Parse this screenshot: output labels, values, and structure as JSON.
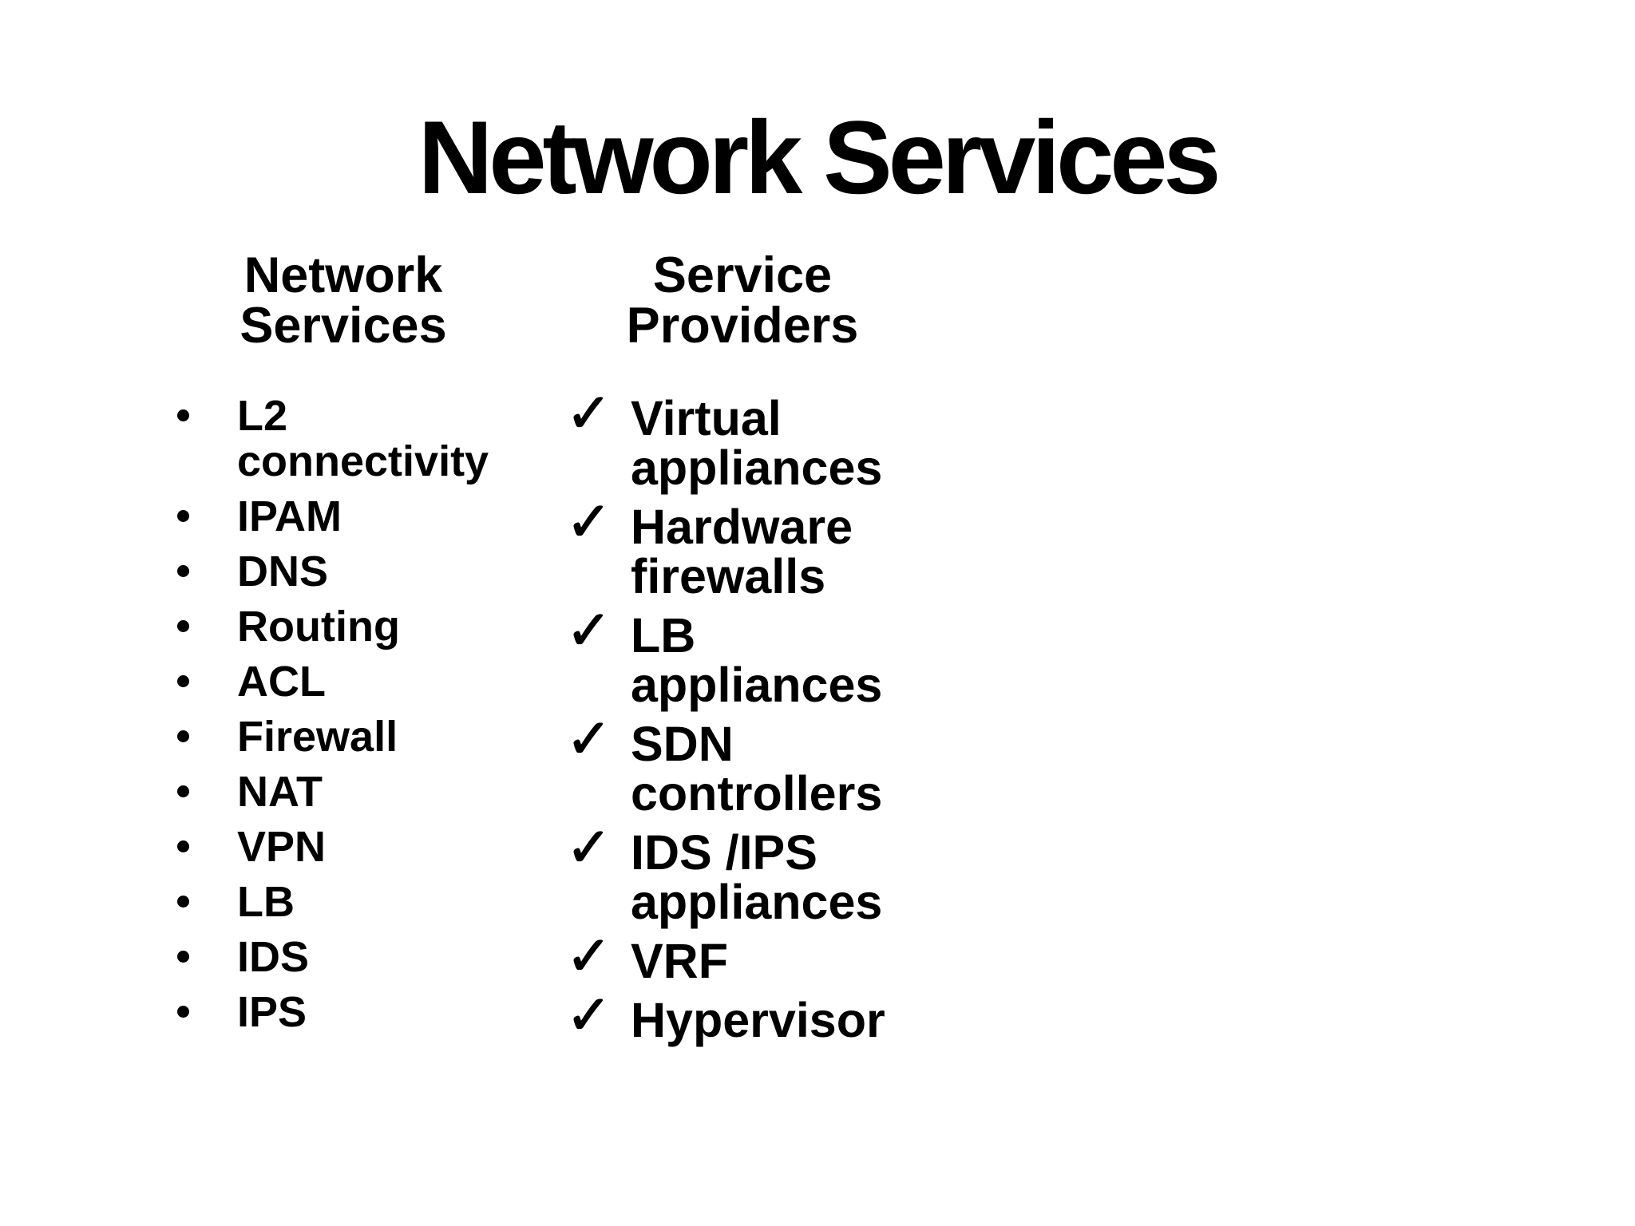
{
  "slide": {
    "title": "Network Services",
    "colors": {
      "background": "#ffffff",
      "text": "#000000"
    },
    "columns": [
      {
        "heading_lines": [
          "Network",
          "Services"
        ],
        "marker": "bullet",
        "items": [
          "L2 connectivity",
          "IPAM",
          "DNS",
          "Routing",
          "ACL",
          "Firewall",
          "NAT",
          "VPN",
          "LB",
          "IDS",
          "IPS"
        ]
      },
      {
        "heading_lines": [
          "Service",
          "Providers"
        ],
        "marker": "check",
        "check_glyph": "✓",
        "items": [
          "Virtual appliances",
          "Hardware firewalls",
          "LB appliances",
          "SDN controllers",
          "IDS /IPS appliances",
          "VRF",
          "Hypervisor"
        ]
      }
    ]
  }
}
